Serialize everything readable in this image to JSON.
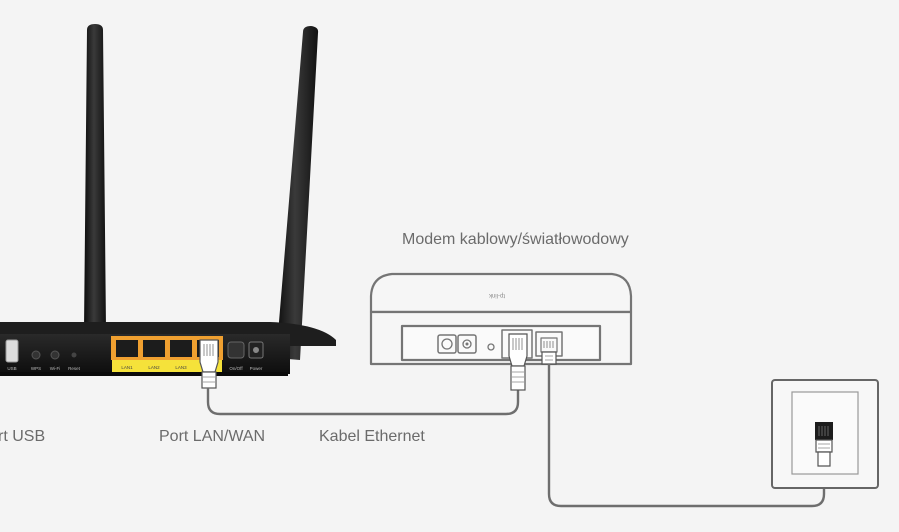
{
  "labels": {
    "modem": "Modem kablowy/światłowodowy",
    "usb_port": "rt USB",
    "lan_wan_port": "Port LAN/WAN",
    "ethernet_cable": "Kabel Ethernet"
  },
  "router": {
    "port_labels": [
      "USB",
      "WPS",
      "Wi-Fi",
      "Reset",
      "LAN1",
      "LAN2",
      "LAN3",
      "On/Off",
      "Power"
    ]
  },
  "modem_brand": "tp-link",
  "colors": {
    "background": "#f4f4f4",
    "router_body": "#1a1a1a",
    "lan_port_accent": "#f0a030",
    "label_bar": "#f5e23a",
    "line_art": "#777777",
    "text": "#6b6b6b"
  }
}
